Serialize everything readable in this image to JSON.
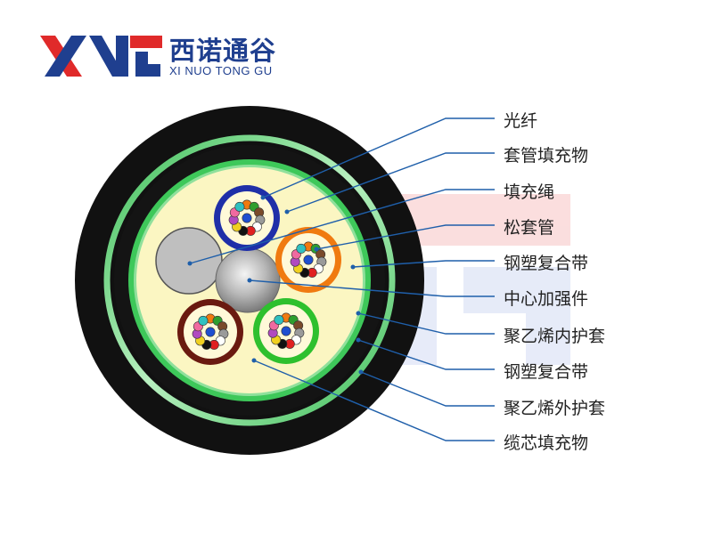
{
  "brand": {
    "name_cn": "西诺通谷",
    "name_en": "XI NUO TONG GU",
    "logo_red": "#e02a2a",
    "logo_blue": "#1f3f8f"
  },
  "diagram": {
    "subject": "光缆横截面",
    "labels": [
      "光纤",
      "套管填充物",
      "填充绳",
      "松套管",
      "钢塑复合带",
      "中心加强件",
      "聚乙烯内护套",
      "钢塑复合带",
      "聚乙烯外护套",
      "缆芯填充物"
    ],
    "leader_color": "#1f5faa",
    "loose_tube_colors": [
      "#1f2fa8",
      "#f07a10",
      "#2ec02e",
      "#6a1a10"
    ],
    "fiber_colors": [
      "#1f4fd0",
      "#f07a10",
      "#2e9e2e",
      "#7a4a2a",
      "#9a9a9a",
      "#ffffff",
      "#e02020",
      "#111111",
      "#f0d020",
      "#b04ac0",
      "#f06aa0",
      "#30c0c0"
    ]
  }
}
